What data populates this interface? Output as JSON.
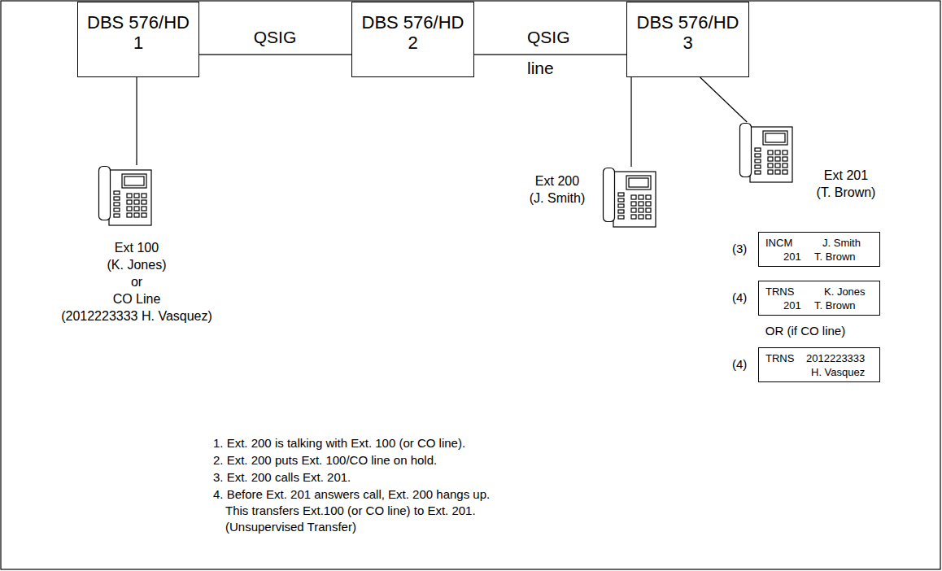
{
  "diagram": {
    "nodes": [
      {
        "text": [
          "DBS 576/HD",
          "1"
        ]
      },
      {
        "text": [
          "DBS 576/HD",
          "2"
        ]
      },
      {
        "text": [
          "DBS 576/HD",
          "3"
        ]
      },
      {
        "text": [
          "Ext 100",
          "(K. Jones)",
          "or",
          "CO Line",
          "(2012223333 H. Vasquez)"
        ]
      },
      {
        "text": [
          "Ext 200",
          "(J. Smith)"
        ]
      },
      {
        "text": [
          "Ext 201",
          "(T. Brown)"
        ]
      },
      {
        "text": [
          "INCM",
          "J. Smith",
          "201",
          "T. Brown"
        ]
      },
      {
        "text": [
          "TRNS",
          "K. Jones",
          "201",
          "T. Brown"
        ]
      },
      {
        "text": [
          "TRNS",
          "2012223333",
          "H. Vasquez"
        ]
      }
    ],
    "edges": [
      {
        "from": 0,
        "to": 1,
        "label": "QSIG",
        "arrow": "none"
      },
      {
        "from": 1,
        "to": 2,
        "label": "QSIG",
        "arrow": "none"
      },
      {
        "from": 0,
        "to": 3,
        "arrow": "none"
      },
      {
        "from": 2,
        "to": 4,
        "arrow": "none"
      },
      {
        "from": 2,
        "to": 5,
        "arrow": "none"
      }
    ],
    "labels": [
      "line",
      "1. Ext. 200 is talking with Ext. 100 (or CO line).",
      "2. Ext. 200 puts Ext. 100/CO line on hold.",
      "3. Ext. 200 calls Ext. 201.",
      "4. Before Ext. 201 answers call, Ext. 200 hangs up.",
      "This transfers Ext.100 (or CO line) to Ext. 201.",
      "(Unsupervised Transfer)",
      "(3)",
      "(4)",
      "OR (if CO line)",
      "(4)"
    ]
  }
}
